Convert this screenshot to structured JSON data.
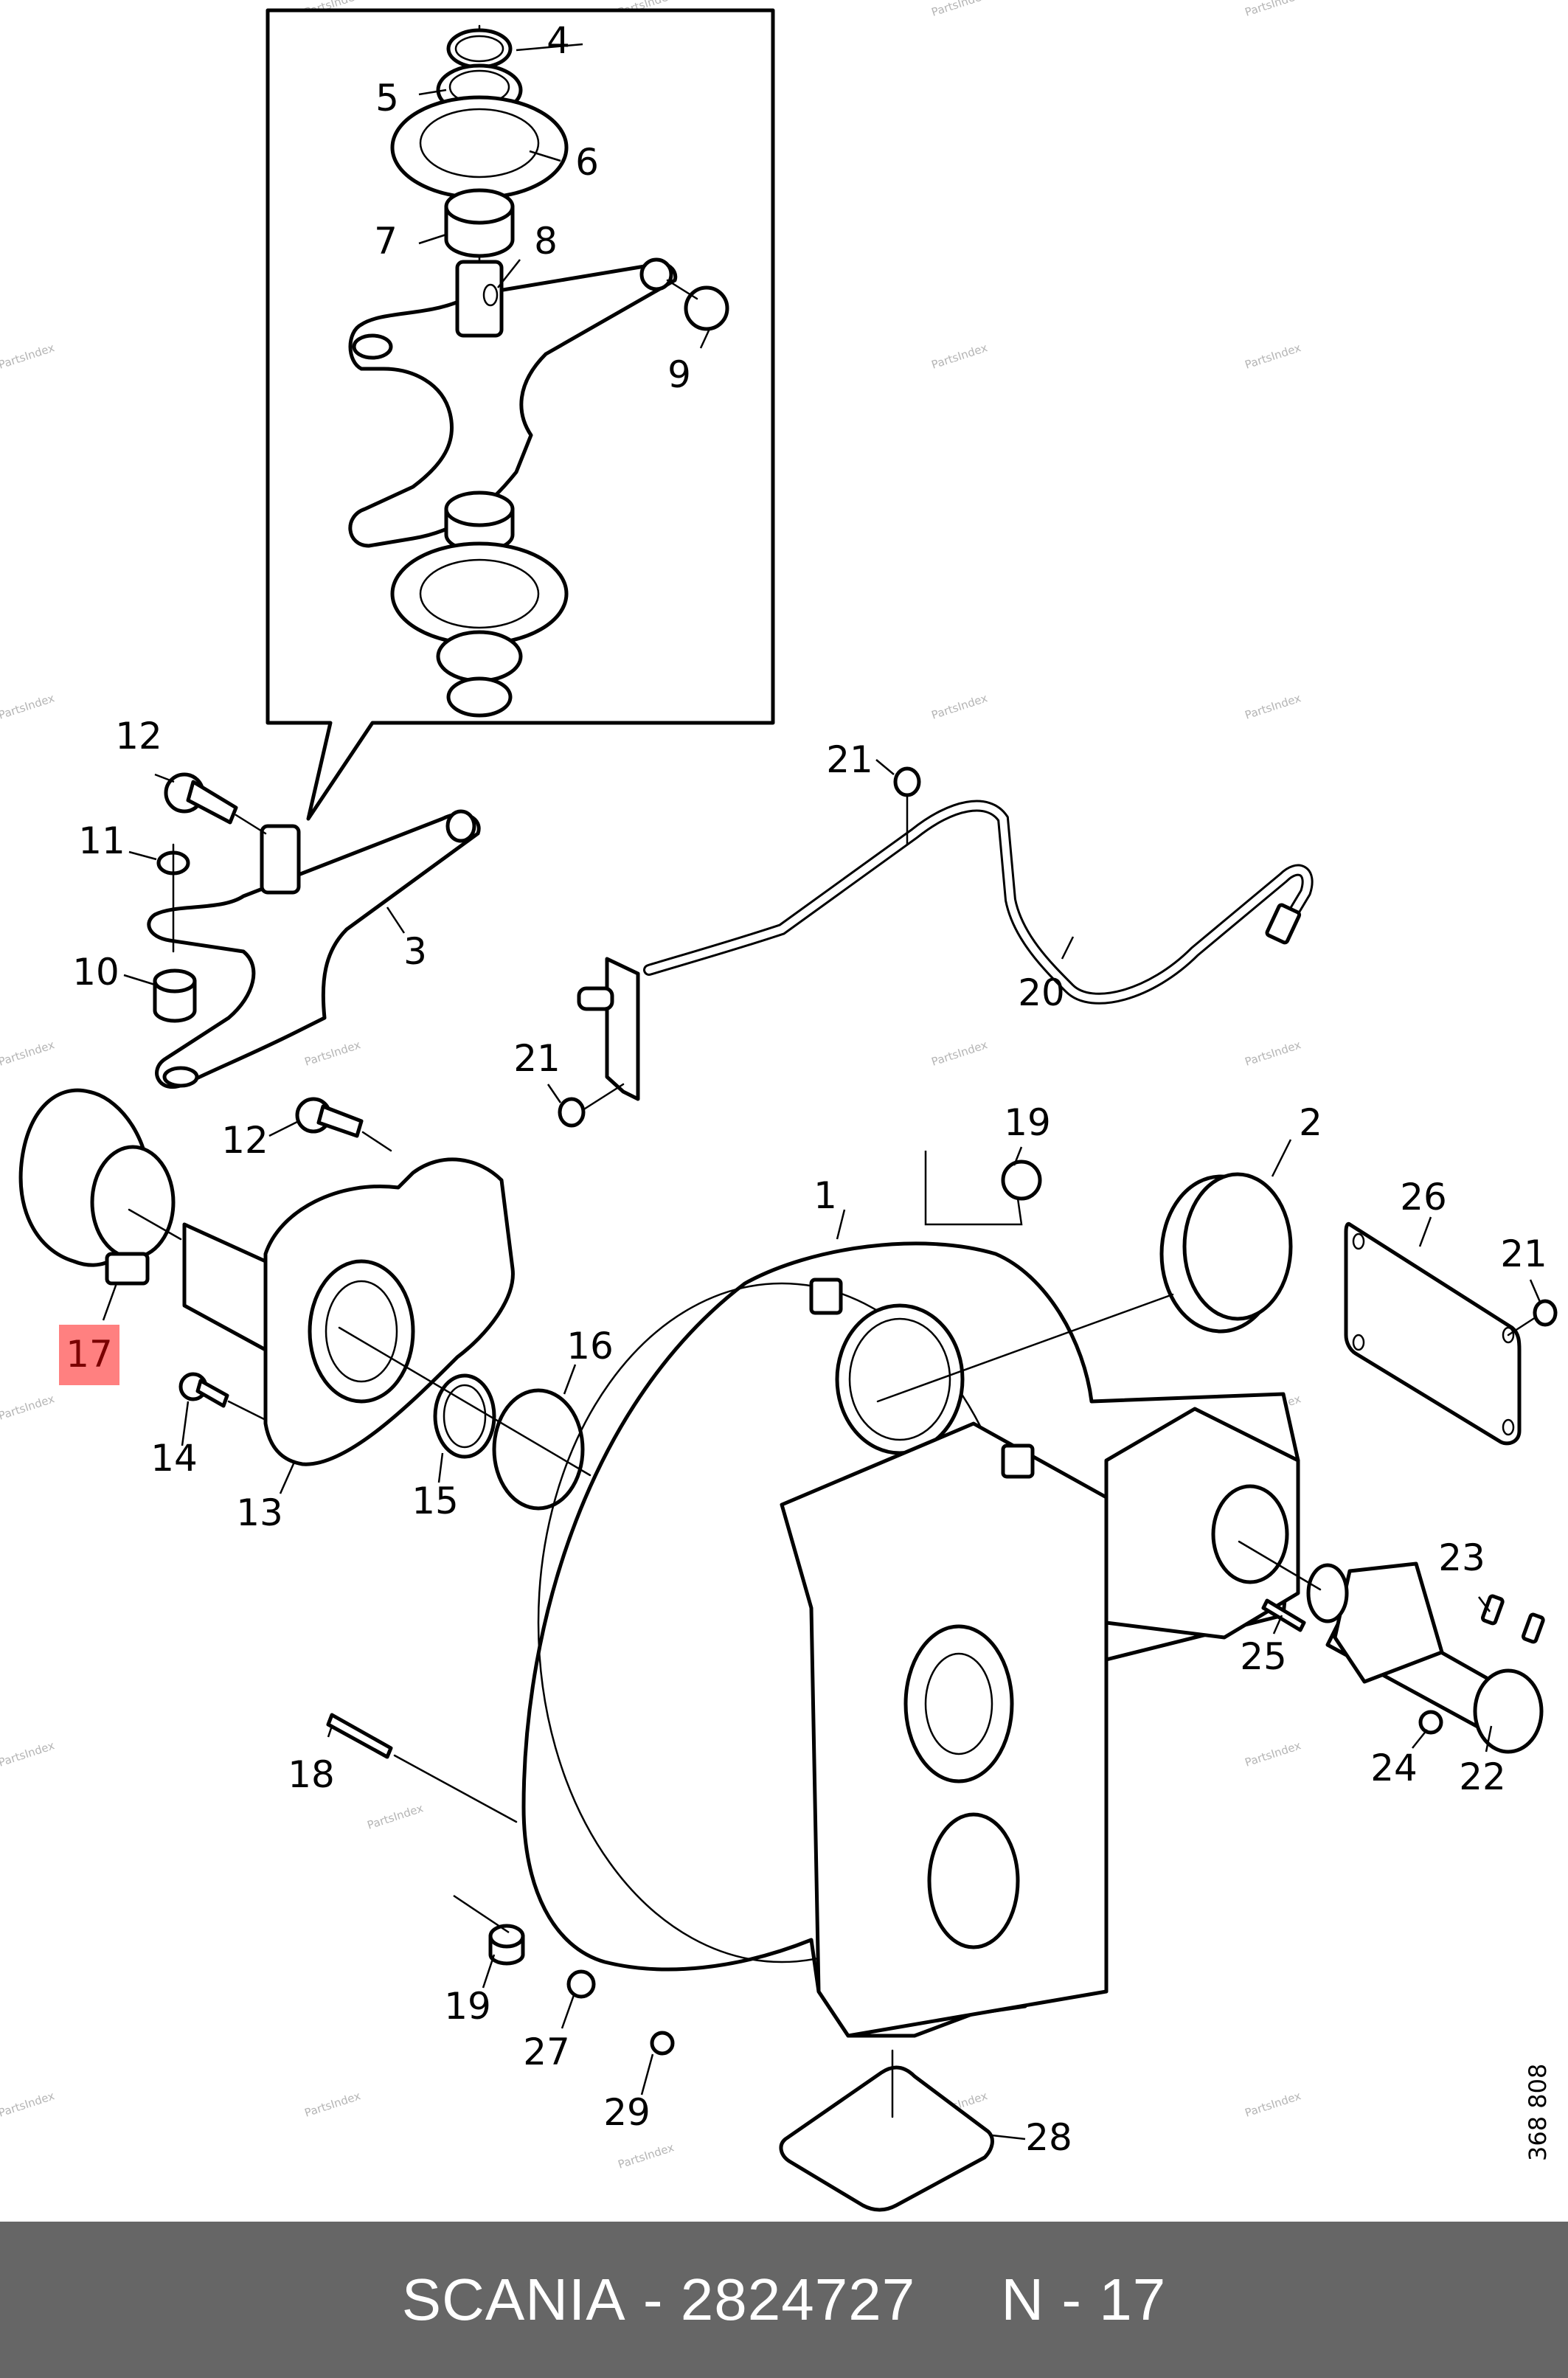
{
  "diagram": {
    "brand": "SCANIA",
    "part_number": "2824727",
    "position": "N - 17",
    "drawing_number": "368 808",
    "watermark": "PartsIndex",
    "highlight_color": "#ff8080",
    "footer_color": "#666666",
    "highlighted_label": "17",
    "callouts": {
      "c1": "1",
      "c2": "2",
      "c3": "3",
      "c4": "4",
      "c5": "5",
      "c6": "6",
      "c7": "7",
      "c8": "8",
      "c9": "9",
      "c10": "10",
      "c11": "11",
      "c12a": "12",
      "c12b": "12",
      "c13": "13",
      "c14": "14",
      "c15": "15",
      "c16": "16",
      "c17": "17",
      "c18": "18",
      "c19a": "19",
      "c19b": "19",
      "c20": "20",
      "c21a": "21",
      "c21b": "21",
      "c21c": "21",
      "c22": "22",
      "c23": "23",
      "c24": "24",
      "c25": "25",
      "c26": "26",
      "c27": "27",
      "c28": "28",
      "c29": "29"
    }
  },
  "footer": {
    "brand": "SCANIA",
    "separator": "-",
    "part_number": "2824727",
    "position": "N - 17"
  }
}
